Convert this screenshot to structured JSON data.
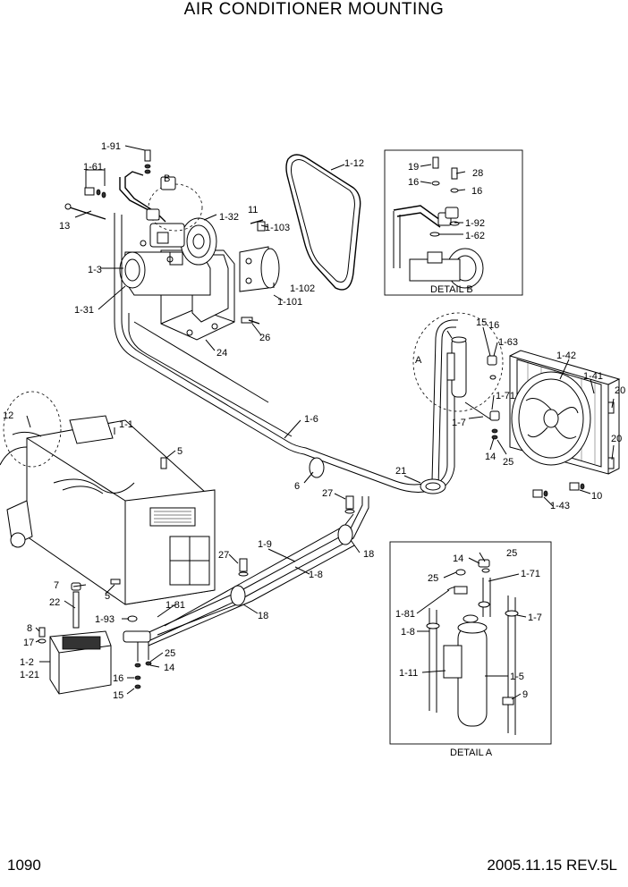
{
  "title": "AIR CONDITIONER MOUNTING",
  "footer": {
    "page_number": "1090",
    "revision": "2005.11.15  REV.5L"
  },
  "detail_b": {
    "caption": "DETAIL B",
    "callout_letter": "B"
  },
  "detail_a": {
    "caption": "DETAIL A",
    "callout_letter": "A"
  },
  "callouts": {
    "c1_91": "1-91",
    "c1_61": "1-61",
    "c13": "13",
    "cB": "B",
    "c1_12": "1-12",
    "c11": "11",
    "c1_32": "1-32",
    "c1_103": "1-103",
    "c1_3": "1-3",
    "c1_31": "1-31",
    "c1_102": "1-102",
    "c1_101": "1-101",
    "c26": "26",
    "c24": "24",
    "cb19": "19",
    "cb28": "28",
    "cb16a": "16",
    "cb16b": "16",
    "cb1_92": "1-92",
    "cb1_62": "1-62",
    "c15": "15",
    "c16": "16",
    "c1_63": "1-63",
    "cA": "A",
    "c1_42": "1-42",
    "c1_41": "1-41",
    "c1_71": "1-71",
    "c1_7": "1-7",
    "c20a": "20",
    "c20b": "20",
    "c14": "14",
    "c25": "25",
    "c10": "10",
    "c1_43": "1-43",
    "c21": "21",
    "c1_6": "1-6",
    "c12": "12",
    "c1_1": "1-1",
    "c5a": "5",
    "c6": "6",
    "c27a": "27",
    "c18a": "18",
    "c1_9": "1-9",
    "c1_8": "1-8",
    "c27b": "27",
    "c18b": "18",
    "c7": "7",
    "c5b": "5",
    "c22": "22",
    "c1_81": "1-81",
    "c1_93": "1-93",
    "c8": "8",
    "c17": "17",
    "c1_2": "1-2",
    "c1_21": "1-21",
    "c25b": "25",
    "c14b": "14",
    "c16b": "16",
    "c15b": "15",
    "ca14": "14",
    "ca25a": "25",
    "ca25b": "25",
    "ca1_71": "1-71",
    "ca1_81": "1-81",
    "ca1_7": "1-7",
    "ca1_8": "1-8",
    "ca1_11": "1-11",
    "ca1_5": "1-5",
    "ca9": "9"
  }
}
